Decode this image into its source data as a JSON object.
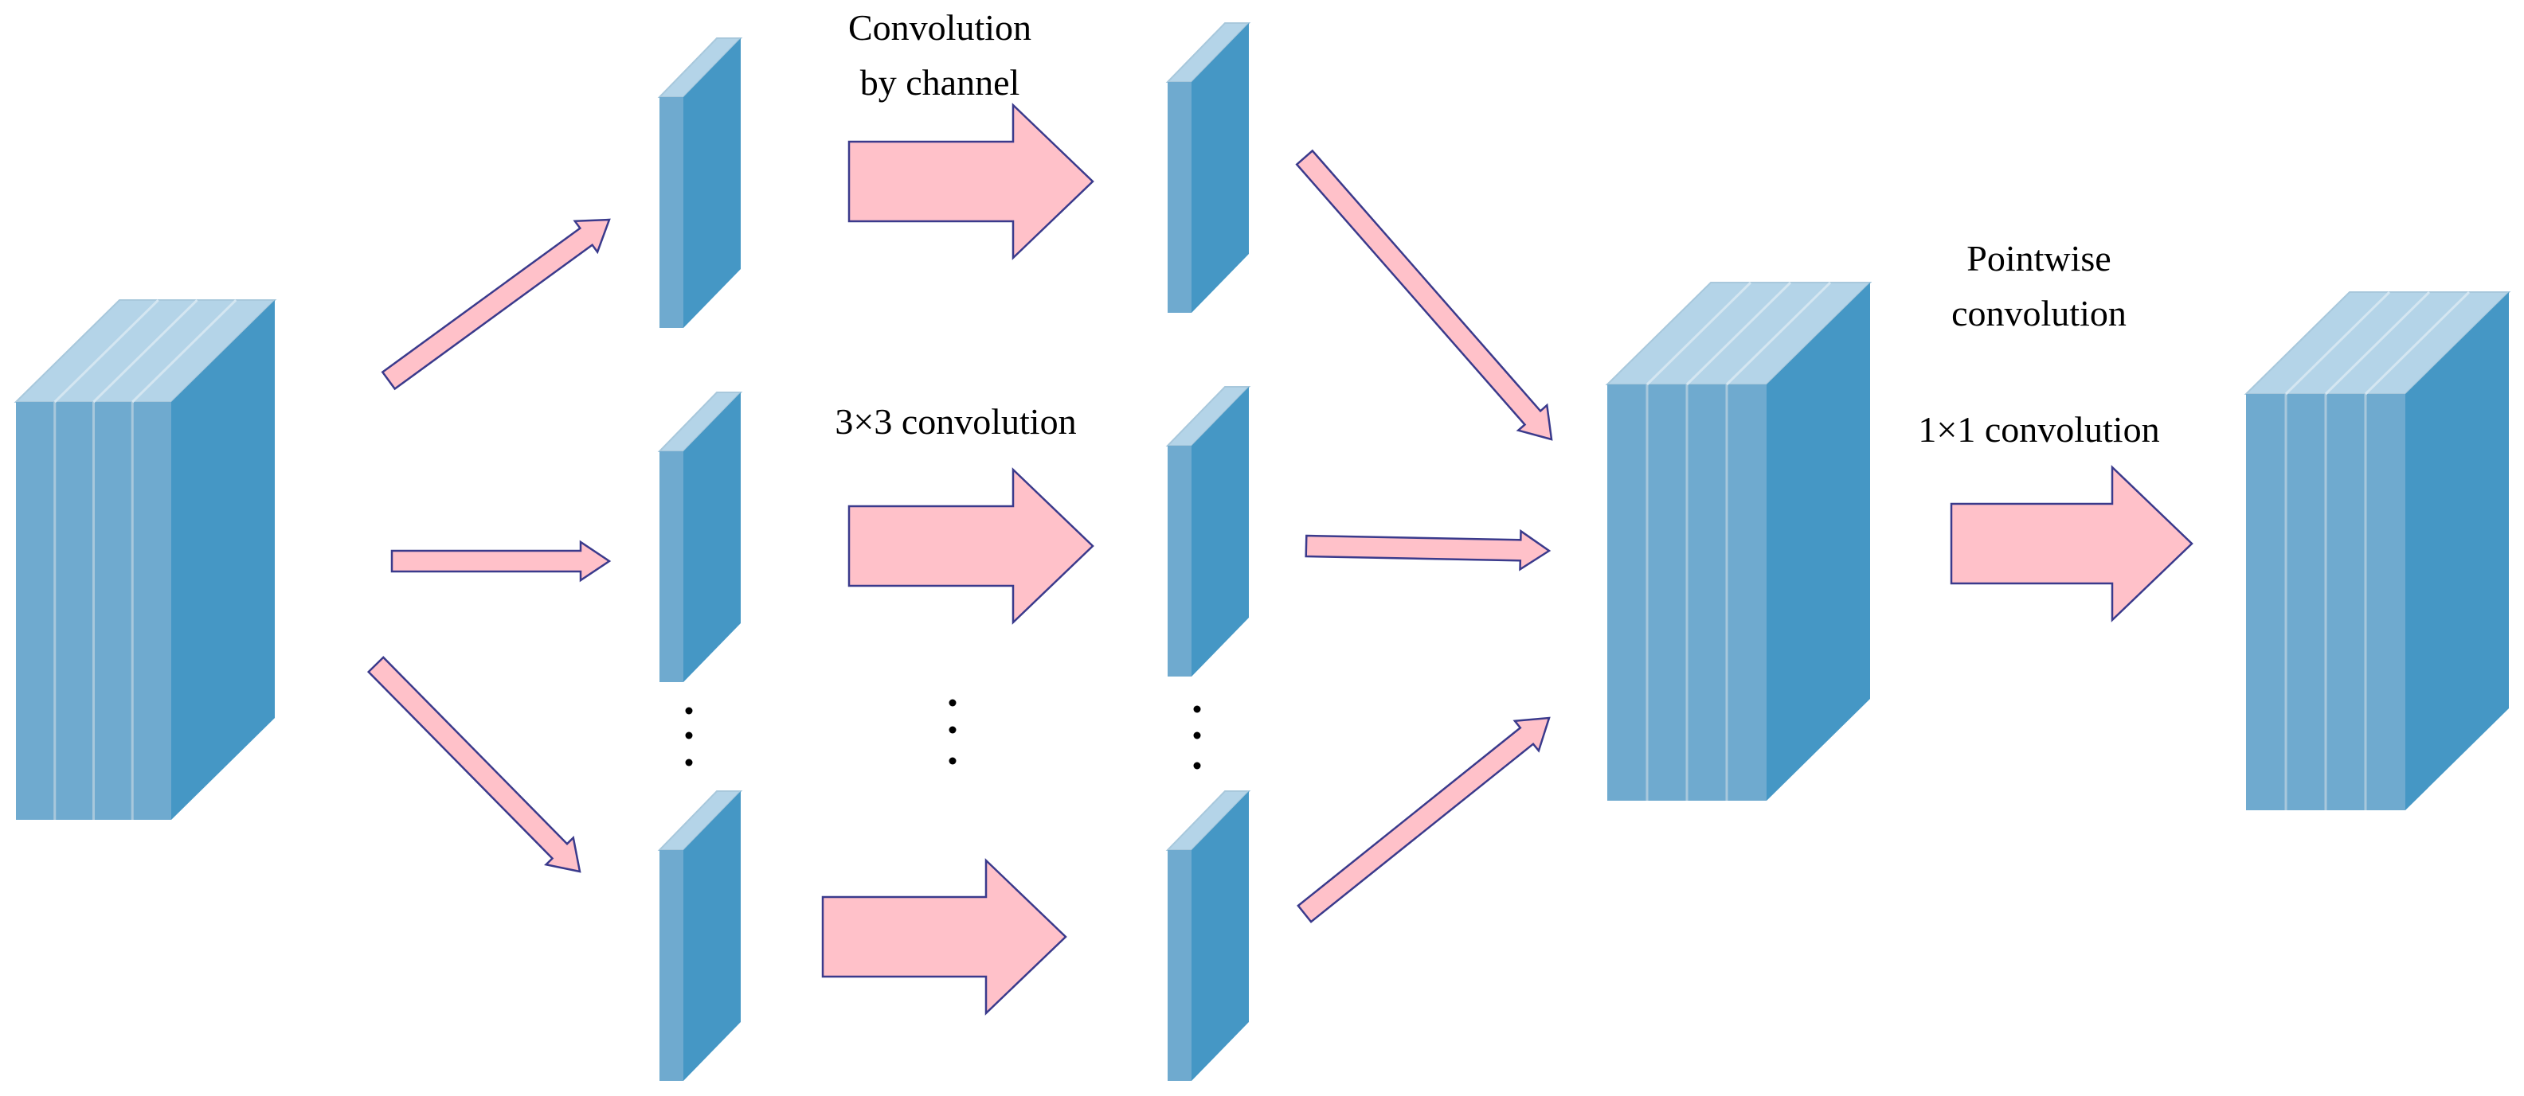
{
  "labels": {
    "depthwise_title": "Convolution\nby channel",
    "depthwise_kernel": "3×3 convolution",
    "pointwise_title": "Pointwise\nconvolution",
    "pointwise_kernel": "1×1 convolution"
  },
  "colors": {
    "block_front": "#6faacf",
    "block_side": "#4597c5",
    "block_top": "#b4d4e8",
    "slice_line": "#a8c8dc",
    "arrow_fill": "#ffc1c9",
    "arrow_stroke": "#3a3a8c",
    "dots": "#000000"
  },
  "icons": {
    "block": "3d-feature-map-block",
    "arrow": "right-arrow-icon",
    "ellipsis": "vertical-ellipsis-icon"
  }
}
